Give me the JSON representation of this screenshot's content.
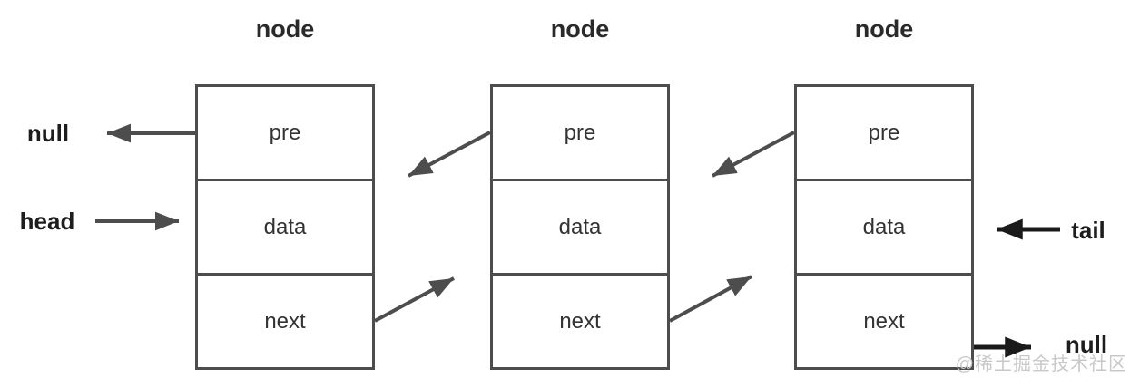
{
  "diagram": {
    "type": "doubly-linked-list",
    "nodes": [
      {
        "title": "node",
        "cells": [
          "pre",
          "data",
          "next"
        ]
      },
      {
        "title": "node",
        "cells": [
          "pre",
          "data",
          "next"
        ]
      },
      {
        "title": "node",
        "cells": [
          "pre",
          "data",
          "next"
        ]
      }
    ],
    "labels": {
      "head_null": "null",
      "head": "head",
      "tail": "tail",
      "tail_null": "null"
    },
    "watermark": "@稀土掘金技术社区",
    "colors": {
      "box_border": "#4d4d4d",
      "arrow_gray": "#4d4d4d",
      "arrow_black": "#1a1a1a",
      "cell_text": "#333333",
      "label_text": "#1d1d1d",
      "watermark": "#c8c8c8"
    }
  }
}
